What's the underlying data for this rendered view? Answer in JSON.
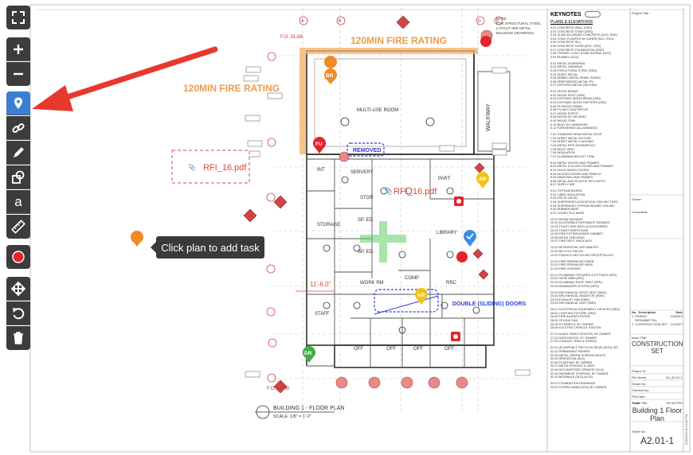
{
  "toolbar": {
    "items": [
      "fullscreen-icon",
      "zoom-in-icon",
      "zoom-out-icon",
      "pin-icon",
      "link-icon",
      "pen-icon",
      "shapes-icon",
      "text-icon",
      "ruler-icon",
      "record-icon",
      "move-icon",
      "rotate-icon",
      "trash-icon"
    ],
    "text_glyph": "a"
  },
  "tooltip": "Click plan to add task",
  "plan": {
    "fire_rating_top": "120MIN FIRE RATING",
    "fire_rating_left": "120MIN FIRE RATING",
    "rfi_left": "RFI_16.pdf",
    "rfi_right": "RFI_16.pdf",
    "removed": "REMOVED",
    "double_doors": "DOUBLE (SLIDING) DOORS",
    "multi_use": "MULTI-USE ROOM",
    "walkway": "WALKWAY",
    "rooms": [
      "INT",
      "SERVERY",
      "STOR",
      "SP. ED.",
      "SP. ED.",
      "STORAGE",
      "LIBRARY",
      "PART",
      "WORK RM",
      "COMP",
      "RRC",
      "STAFF",
      "OFF",
      "OFF",
      "OFF",
      "OFF"
    ],
    "dimension": "11'-6.0\"",
    "title": "BUILDING 1 - FLOOR PLAN",
    "scale": "SCALE: 1/8\" = 1'-0\"",
    "pins": {
      "br": "BR",
      "fu": "FU",
      "ar": "AR",
      "dr": "DR",
      "arb": "AR"
    },
    "fo_slab": "F.O. SLAB"
  },
  "keynotes": {
    "title": "KEYNOTES",
    "section": "PLANS & ELEVATIONS",
    "lines": [
      "3.01 CONCRETE WALL (SSD)",
      "3.02 CONCRETE STAIR (SSD)",
      "3.03 SLAB-ON-GRADE CONCRETE (SCD, SSD)",
      "3.04 CONC PLANTER W/ CURBS (SLD, SCD)",
      "3.05 CONCRETE SILL",
      "3.06 CONCRETE CURB (SCD, SSD)",
      "3.07 CONCRETE FOUNDATION (SSD)",
      "3.08 TROWEL CONC STAIR NOSING (SCD)",
      "3.09 RUNNEL (SCD)",
      "5.01 METAL GUARDRAIL",
      "5.02 METAL HANDRAIL",
      "5.03 STRUCTURAL STEEL (SSD)",
      "5.04 SHEET METAL",
      "5.05 RIBBED METAL PANEL SIDING",
      "5.06 PERFORATED METAL PN",
      "5.07 EXPOSED METAL DECKING",
      "6.01 WOOD SIDING",
      "6.02 WOOD POST (SSD)",
      "6.03 EXPOSED WOOD BEAM (SSD)",
      "6.04 EXPOSED WOOD RAFTERS (SSD)",
      "6.05 PLYWOOD PANEL",
      "6.06 P-LAM COUNTERTOP",
      "6.07 WOOD SOFFIT",
      "6.08 WOOD SK DECKING",
      "6.09 WOOD TRIM",
      "6.10 BUILT-IN CASEWORK",
      "6.11 FURNISHING (ALLOWANCE)",
      "7.01 STANDING SEAM METAL ROOF",
      "7.02 SHEET METAL GUTTER",
      "7.03 SHEET METAL FLASHING",
      "7.04 METAL PIPE DOWNSPOUT",
      "7.05 ROOF VENT",
      "7.06 INSULATION",
      "7.07 ALUMINUM REGLET TRIM",
      "8.01 METAL DOORS AND FRAMES",
      "8.02 METAL & GLASS DOORS AND FRAMES",
      "8.03 SOLID WOOD DOORS",
      "8.04 ACCESS DOORS AND PANELS",
      "8.05 WINDOWS AND FRAMES",
      "8.06 METAL AND PLASTIC SKYLIGHTS",
      "8.07 SUPPLY AIR",
      "9.01 GYPSUM BOARD",
      "9.02 LINED INSULATION",
      "9.03 FRP ID OR ED",
      "9.04 SUSPENDED ACOUSTICAL CEILING TILES",
      "9.05 SUSPENDED GYPSUM BOARD CEILING",
      "9.06 RUBBER BASE",
      "9.07 COVED TILE BASE",
      "10.01 ROOM SIGNAGE",
      "10.02 ACCESSIBLE ENTRANCE SIGNAGE",
      "10.03 TOILET AND BATH ACCESSORIES",
      "10.04 TOILET PARTITIONS",
      "10.05 FIRE EXTINGUISHER CABINET",
      "10.06 METAL SHELVING",
      "10.07 FIRE DEPT. KNOX BOX",
      "12.01 RESIDENTIAL APPLIANCES",
      "12.02 BICYCLE RACKS",
      "12.03 TRASH & RECYCLING RECEPTACLES",
      "21.01 FIRE SPRINKLER RISER",
      "21.02 FIRE SPRINKLER HEAD",
      "21.03 FIRE HYDRANT",
      "22.01 PLUMBING FIXTURES & FITTINGS (SPD)",
      "22.02 HOSE BIBB (SPD)",
      "22.03 PLUMBING ROOF VENT (SPD)",
      "22.04 RAINWATER SYSTEM (SPD)",
      "23.01 MECHANICAL ROOF VENT (SMD)",
      "23.02 MECHANICAL RADIATOR (SMD)",
      "23.03 EXHAUST FAN (SMD)",
      "23.04 MECHANICAL UNIT (SMD)",
      "26.01 ELECTRICAL EQUIPMENT, DEVICES (SED)",
      "26.02 LIGHTING FIXTURE (SED)",
      "26.03 FIRE ALARM SYSTEM",
      "26.04 CEILING FAN",
      "26.05 PV PANELS, BY OWNER",
      "26.06 ELECTRIC VEHICLE STATION",
      "27.01 AUDIO VIDEO DEVICES, BY OWNER",
      "27.02 DATA DEVICE, BY OWNER",
      "27.03 CONDUIT, RING & STRING",
      "32.01 (E) ASPHALT, PATCH AS REQD (SCD), BO",
      "32.02 PERMEABLE PAVERS",
      "32.04 METAL GREEN SCREEN DEVICE",
      "32.05 IRRIGATION (SLD)",
      "32.06 PLANTING, BY OWNER",
      "32.07 METAL FENCING & GATE",
      "32.08 DECOMPOSED GRANITE (SLD)",
      "32.09 PAVEMENT STRIPING, BY OWNER",
      "32.10 BIOSWALE (SLD) (SCD)",
      "33.01 FOUNDATION DRAINAGE",
      "33.02 STORM DRAIN (SCD) BY OWNER"
    ]
  },
  "titleblock": {
    "project_title": "Project Title:",
    "owner": "Owner:",
    "consultant": "Consultant:",
    "issues_header": [
      "No.",
      "Description",
      "Date"
    ],
    "issues": [
      [
        "1",
        "PERMIT RESUBMITTAL",
        "12/09/19"
      ],
      [
        "2",
        "CONSTRUCTION SET",
        "12/19/17"
      ]
    ],
    "issue_title": "Issue Title:",
    "issue_name": "CONSTRUCTION SET",
    "fields": [
      [
        "Project ID:",
        ""
      ],
      [
        "File Name:",
        "VA_A2.01-1"
      ],
      [
        "Drawn by:",
        ""
      ],
      [
        "Checked by:",
        ""
      ],
      [
        "Plot Date:",
        ""
      ],
      [
        "Scale:",
        "AS NOTED"
      ]
    ],
    "sheet_title_label": "Sheet Title:",
    "sheet_title": "Building 1 Floor Plan",
    "sheet_no_label": "Sheet No:",
    "sheet_no": "A2.01-1"
  },
  "colors": {
    "fire": "#f5b066",
    "pin_red": "#e5232b",
    "pin_orange": "#f08a28",
    "pin_yellow": "#f3c21a",
    "pin_green": "#3fae49",
    "pin_blue": "#3b8fe0",
    "annot_red": "#e0443c",
    "annot_blue": "#2c3de0",
    "arrow": "#e8382e"
  }
}
